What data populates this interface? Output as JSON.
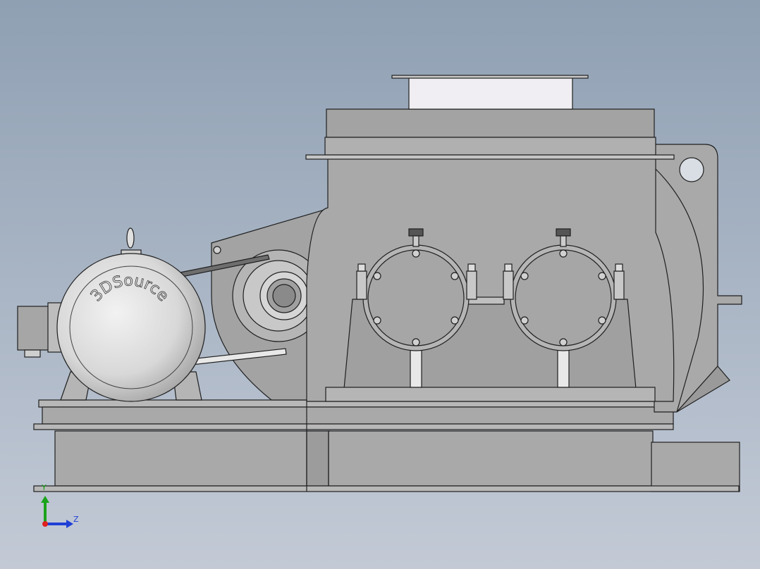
{
  "viewport": {
    "colors": {
      "background_top": "#8fa0b3",
      "background_bottom": "#c3cad6",
      "metal": "#a9a9a9",
      "metal_dark": "#8c8c8c",
      "metal_light": "#c8c8c8",
      "edge": "#1f1f1f",
      "triad_x": "#e02020",
      "triad_y": "#1aa31a",
      "triad_z": "#1f3fd6"
    }
  },
  "motor": {
    "brand_text": "3DSource"
  },
  "triad": {
    "y_label": "Y",
    "z_label": "Z"
  }
}
